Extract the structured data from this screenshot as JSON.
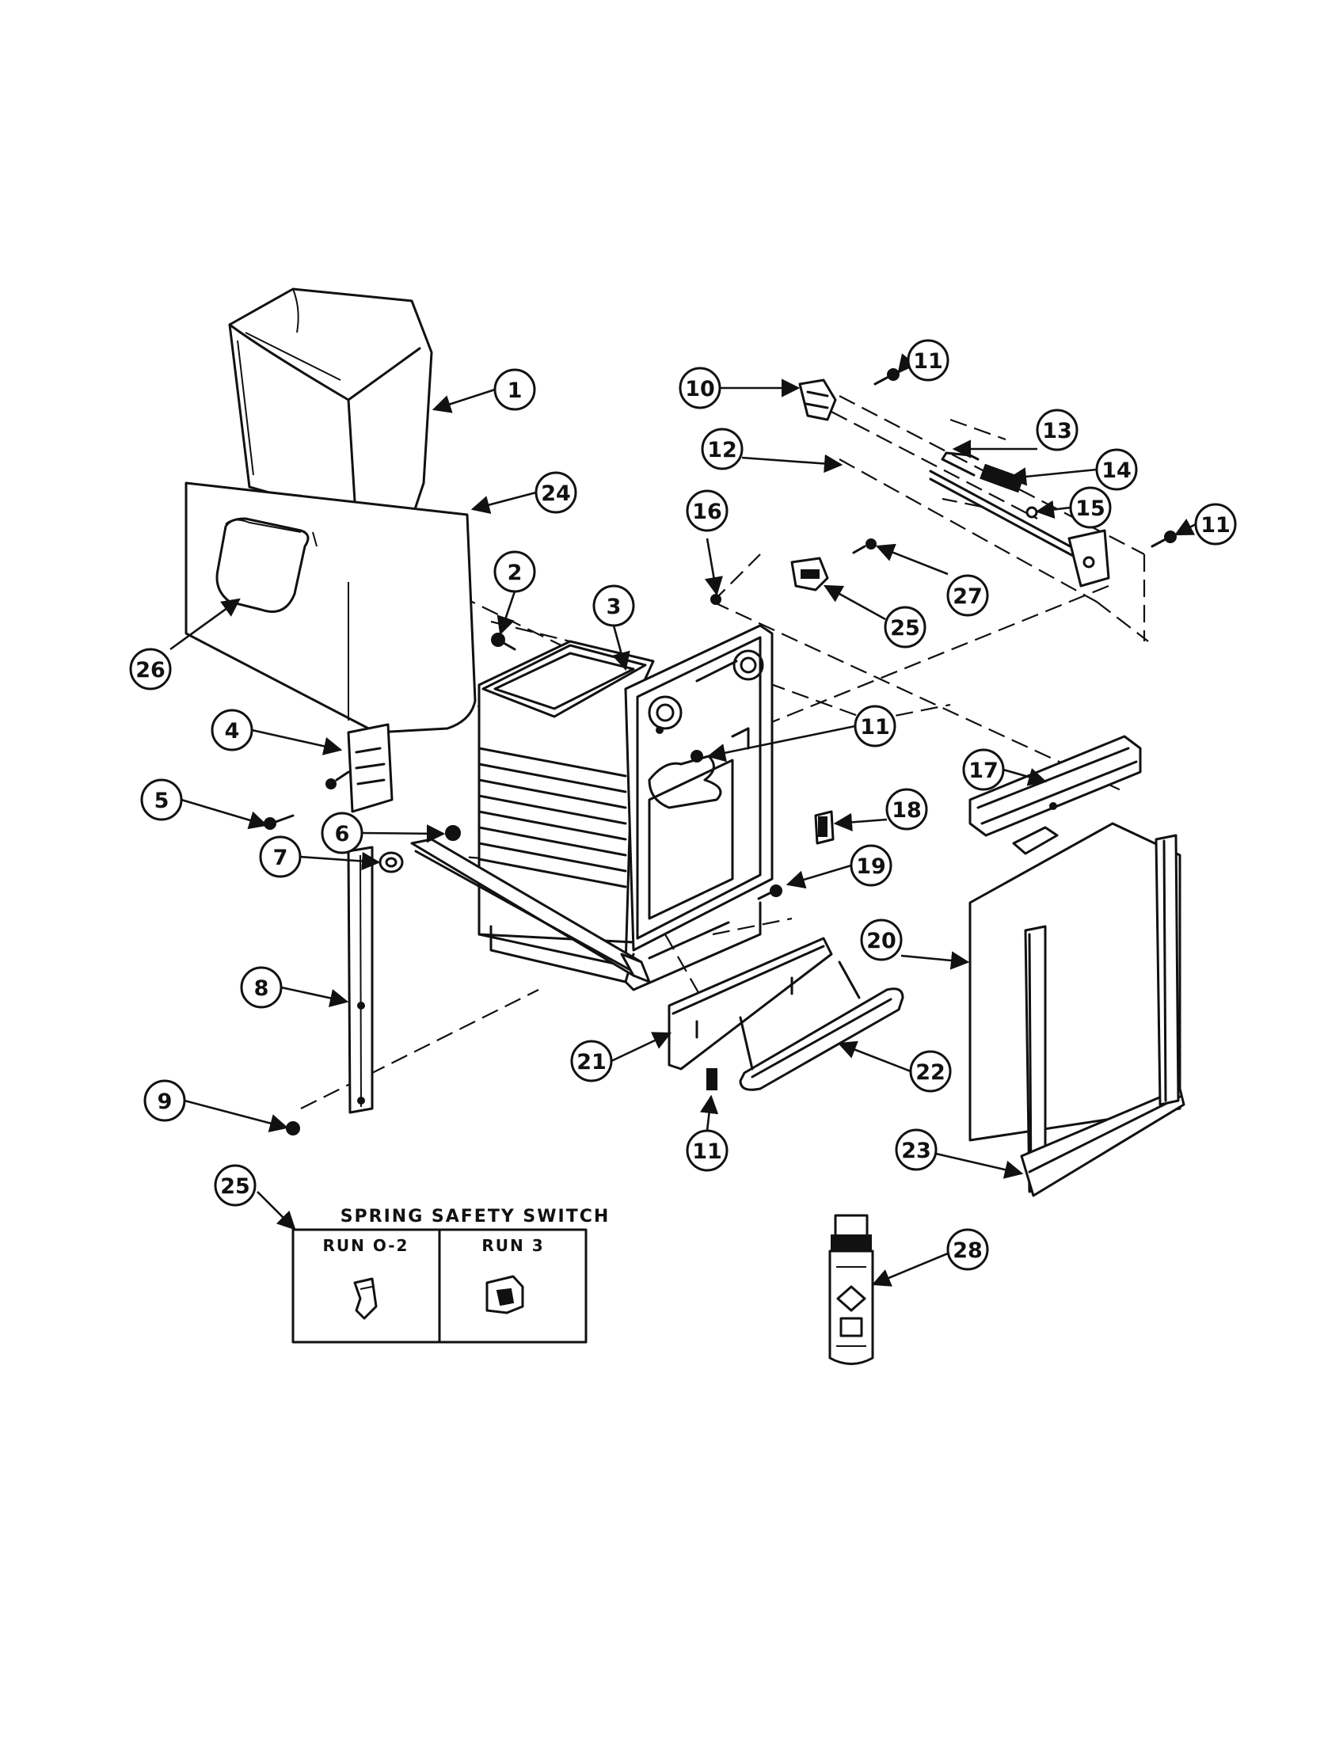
{
  "callouts": [
    {
      "id": "c1",
      "number": "1"
    },
    {
      "id": "c24",
      "number": "24"
    },
    {
      "id": "c26",
      "number": "26"
    },
    {
      "id": "c2",
      "number": "2"
    },
    {
      "id": "c3",
      "number": "3"
    },
    {
      "id": "c4",
      "number": "4"
    },
    {
      "id": "c5",
      "number": "5"
    },
    {
      "id": "c6",
      "number": "6"
    },
    {
      "id": "c7",
      "number": "7"
    },
    {
      "id": "c8",
      "number": "8"
    },
    {
      "id": "c9",
      "number": "9"
    },
    {
      "id": "c10",
      "number": "10"
    },
    {
      "id": "c11a",
      "number": "11"
    },
    {
      "id": "c12",
      "number": "12"
    },
    {
      "id": "c13",
      "number": "13"
    },
    {
      "id": "c14",
      "number": "14"
    },
    {
      "id": "c15",
      "number": "15"
    },
    {
      "id": "c11b",
      "number": "11"
    },
    {
      "id": "c16",
      "number": "16"
    },
    {
      "id": "c27",
      "number": "27"
    },
    {
      "id": "c25a",
      "number": "25"
    },
    {
      "id": "c11c",
      "number": "11"
    },
    {
      "id": "c17",
      "number": "17"
    },
    {
      "id": "c18",
      "number": "18"
    },
    {
      "id": "c19",
      "number": "19"
    },
    {
      "id": "c20",
      "number": "20"
    },
    {
      "id": "c21",
      "number": "21"
    },
    {
      "id": "c22",
      "number": "22"
    },
    {
      "id": "c11d",
      "number": "11"
    },
    {
      "id": "c23",
      "number": "23"
    },
    {
      "id": "c25b",
      "number": "25"
    },
    {
      "id": "c28",
      "number": "28"
    }
  ],
  "inset_table": {
    "title": "SPRING SAFETY SWITCH",
    "columns": [
      "RUN O-2",
      "RUN 3"
    ]
  }
}
